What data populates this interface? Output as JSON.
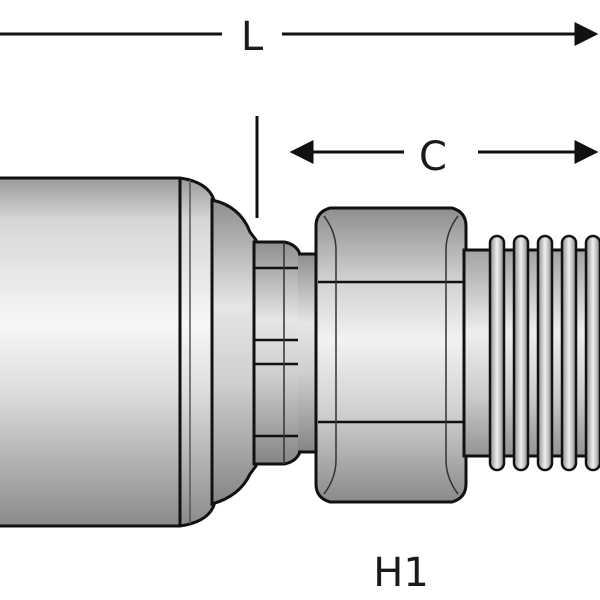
{
  "dimensions": {
    "overall_length": {
      "label": "L"
    },
    "connection_length": {
      "label": "C"
    },
    "hex_size": {
      "label": "H1"
    }
  },
  "colors": {
    "outline": "#111111",
    "metal_light": "#f4f4f4",
    "metal_mid": "#c4c4c4",
    "metal_dark": "#7a7a7a",
    "thread_root": "#8c8c8c",
    "background": "#ffffff"
  }
}
